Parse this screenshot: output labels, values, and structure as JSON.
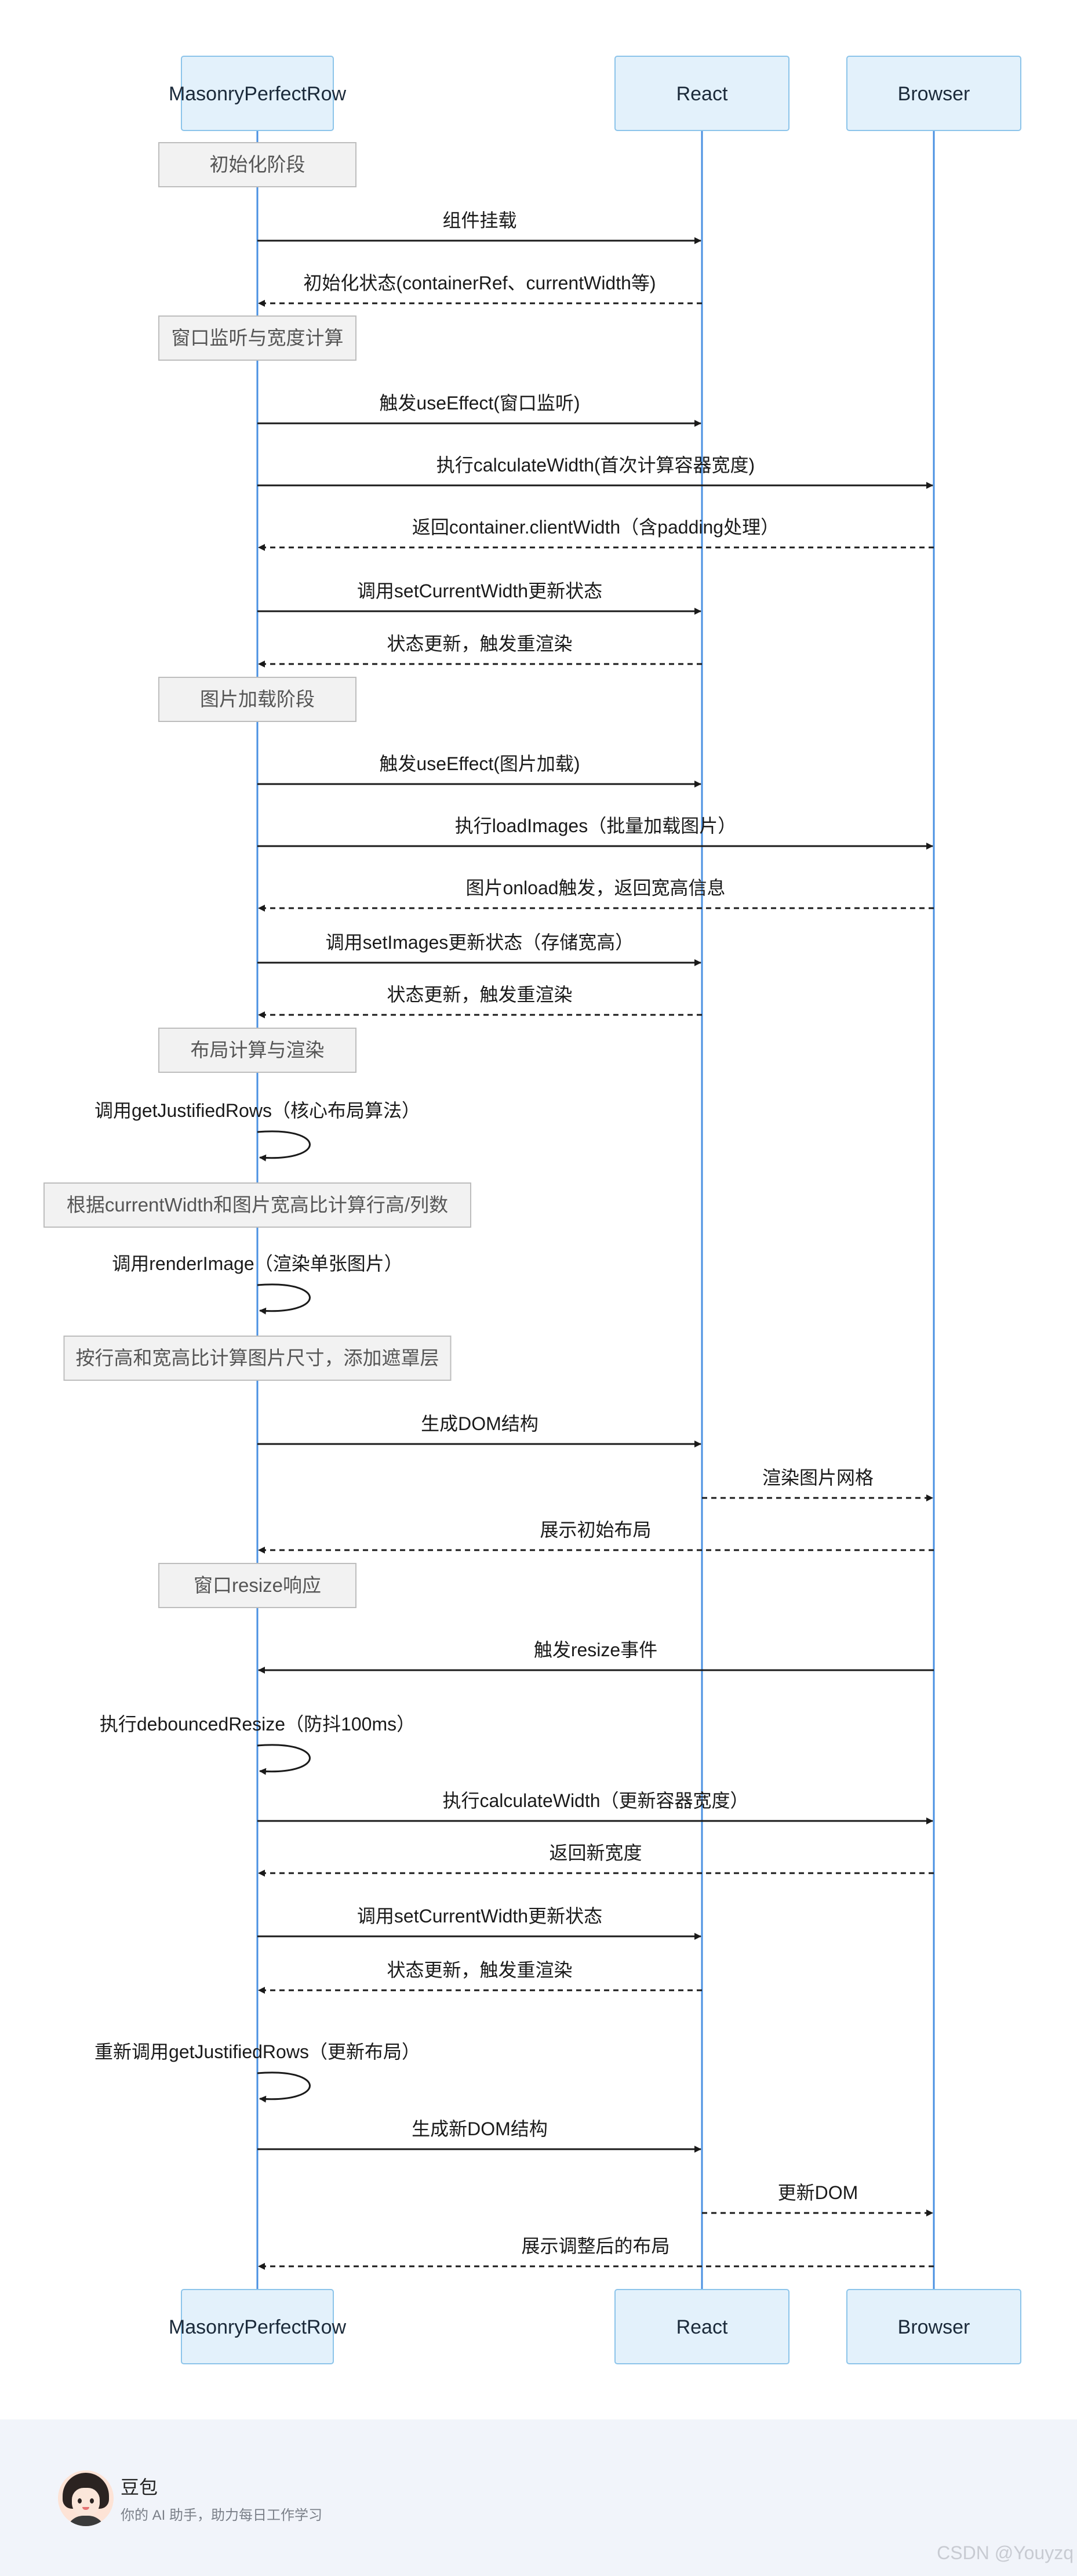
{
  "actors": [
    "MasonryPerfectRow",
    "React",
    "Browser"
  ],
  "colors": {
    "lifeline": "#4a90e2",
    "actor_fill": "#e3f1fb",
    "actor_border": "#8cc4ea",
    "note_fill": "#f2f2f2",
    "note_border": "#bdbdbd",
    "message": "#1a1a1a",
    "footer_bg": "#f1f4fa"
  },
  "steps": [
    {
      "kind": "note",
      "text": "初始化阶段"
    },
    {
      "kind": "msg",
      "from": 0,
      "to": 1,
      "style": "solid",
      "text": "组件挂载"
    },
    {
      "kind": "msg",
      "from": 1,
      "to": 0,
      "style": "dashed",
      "text": "初始化状态(containerRef、currentWidth等)"
    },
    {
      "kind": "note",
      "text": "窗口监听与宽度计算"
    },
    {
      "kind": "msg",
      "from": 0,
      "to": 1,
      "style": "solid",
      "text": "触发useEffect(窗口监听)"
    },
    {
      "kind": "msg",
      "from": 0,
      "to": 2,
      "style": "solid",
      "text": "执行calculateWidth(首次计算容器宽度)"
    },
    {
      "kind": "msg",
      "from": 2,
      "to": 0,
      "style": "dashed",
      "text": "返回container.clientWidth（含padding处理）"
    },
    {
      "kind": "msg",
      "from": 0,
      "to": 1,
      "style": "solid",
      "text": "调用setCurrentWidth更新状态"
    },
    {
      "kind": "msg",
      "from": 1,
      "to": 0,
      "style": "dashed",
      "text": "状态更新，触发重渲染"
    },
    {
      "kind": "note",
      "text": "图片加载阶段"
    },
    {
      "kind": "msg",
      "from": 0,
      "to": 1,
      "style": "solid",
      "text": "触发useEffect(图片加载)"
    },
    {
      "kind": "msg",
      "from": 0,
      "to": 2,
      "style": "solid",
      "text": "执行loadImages（批量加载图片）"
    },
    {
      "kind": "msg",
      "from": 2,
      "to": 0,
      "style": "dashed",
      "text": "图片onload触发，返回宽高信息"
    },
    {
      "kind": "msg",
      "from": 0,
      "to": 1,
      "style": "solid",
      "text": "调用setImages更新状态（存储宽高）"
    },
    {
      "kind": "msg",
      "from": 1,
      "to": 0,
      "style": "dashed",
      "text": "状态更新，触发重渲染"
    },
    {
      "kind": "note",
      "text": "布局计算与渲染"
    },
    {
      "kind": "self",
      "from": 0,
      "text": "调用getJustifiedRows（核心布局算法）"
    },
    {
      "kind": "note",
      "text": "根据currentWidth和图片宽高比计算行高/列数"
    },
    {
      "kind": "self",
      "from": 0,
      "text": "调用renderImage（渲染单张图片）"
    },
    {
      "kind": "note",
      "text": "按行高和宽高比计算图片尺寸，添加遮罩层"
    },
    {
      "kind": "msg",
      "from": 0,
      "to": 1,
      "style": "solid",
      "text": "生成DOM结构"
    },
    {
      "kind": "msg",
      "from": 1,
      "to": 2,
      "style": "dashed",
      "text": "渲染图片网格"
    },
    {
      "kind": "msg",
      "from": 2,
      "to": 0,
      "style": "dashed",
      "text": "展示初始布局"
    },
    {
      "kind": "note",
      "text": "窗口resize响应"
    },
    {
      "kind": "msg",
      "from": 2,
      "to": 0,
      "style": "solid",
      "text": "触发resize事件"
    },
    {
      "kind": "self",
      "from": 0,
      "text": "执行debouncedResize（防抖100ms）"
    },
    {
      "kind": "msg",
      "from": 0,
      "to": 2,
      "style": "solid",
      "text": "执行calculateWidth（更新容器宽度）"
    },
    {
      "kind": "msg",
      "from": 2,
      "to": 0,
      "style": "dashed",
      "text": "返回新宽度"
    },
    {
      "kind": "msg",
      "from": 0,
      "to": 1,
      "style": "solid",
      "text": "调用setCurrentWidth更新状态"
    },
    {
      "kind": "msg",
      "from": 1,
      "to": 0,
      "style": "dashed",
      "text": "状态更新，触发重渲染"
    },
    {
      "kind": "self",
      "from": 0,
      "text": "重新调用getJustifiedRows（更新布局）"
    },
    {
      "kind": "msg",
      "from": 0,
      "to": 1,
      "style": "solid",
      "text": "生成新DOM结构"
    },
    {
      "kind": "msg",
      "from": 1,
      "to": 2,
      "style": "dashed",
      "text": "更新DOM"
    },
    {
      "kind": "msg",
      "from": 2,
      "to": 0,
      "style": "dashed",
      "text": "展示调整后的布局"
    }
  ],
  "footer": {
    "name": "豆包",
    "description": "你的 AI 助手，助力每日工作学习",
    "watermark": "CSDN @Youyzq"
  }
}
